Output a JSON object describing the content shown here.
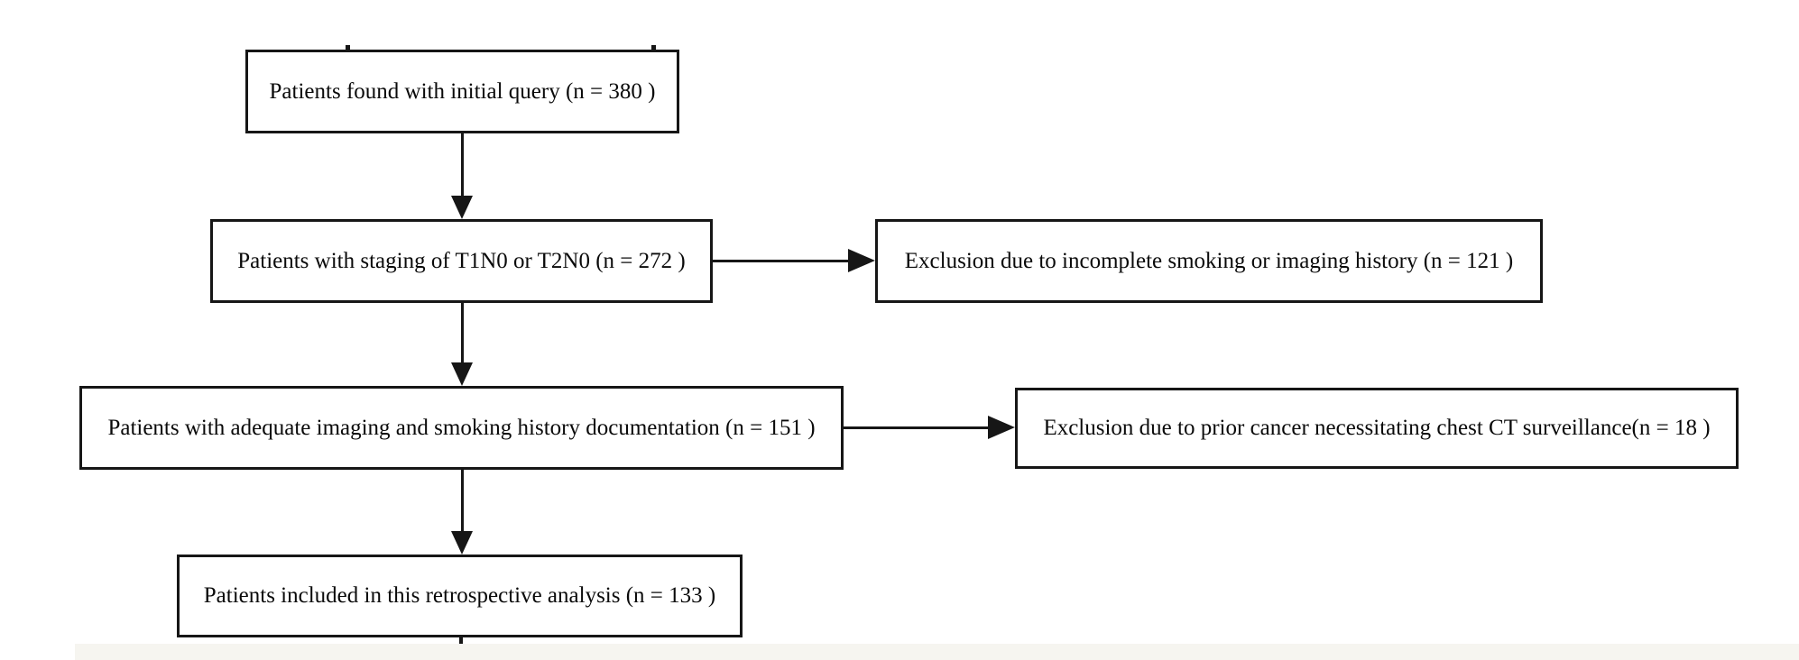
{
  "palette": {
    "node_border": "#161616",
    "node_background": "#ffffff",
    "text_color": "#0a0a0a",
    "bottom_strip": "#f6f5f0"
  },
  "flowchart": {
    "main_nodes": [
      {
        "id": "initial-query",
        "label": "Patients found with initial query (n = 380 )"
      },
      {
        "id": "staging",
        "label": "Patients with staging of T1N0 or T2N0 (n = 272 )"
      },
      {
        "id": "adequate-documentation",
        "label": "Patients with adequate imaging and smoking history documentation (n = 151 )"
      },
      {
        "id": "included-analysis",
        "label": "Patients included in this retrospective analysis (n = 133 )"
      }
    ],
    "exclusion_nodes": [
      {
        "id": "exclusion-smoking-imaging",
        "label": "Exclusion due to incomplete smoking or imaging history (n = 121 )"
      },
      {
        "id": "exclusion-prior-cancer",
        "label": "Exclusion due to prior cancer necessitating chest CT surveillance(n = 18 )"
      }
    ],
    "edges": [
      {
        "from": "initial-query",
        "to": "staging",
        "direction": "down"
      },
      {
        "from": "staging",
        "to": "exclusion-smoking-imaging",
        "direction": "right"
      },
      {
        "from": "staging",
        "to": "adequate-documentation",
        "direction": "down"
      },
      {
        "from": "adequate-documentation",
        "to": "exclusion-prior-cancer",
        "direction": "right"
      },
      {
        "from": "adequate-documentation",
        "to": "included-analysis",
        "direction": "down"
      }
    ]
  }
}
